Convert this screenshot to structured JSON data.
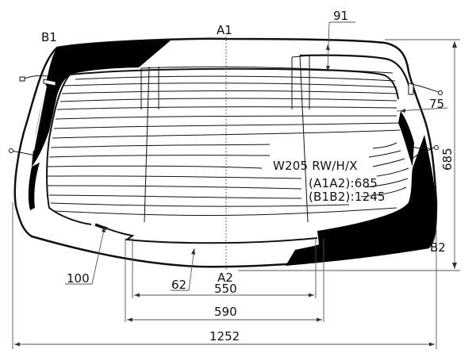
{
  "diagram": {
    "type": "rear windshield technical drawing",
    "points": {
      "a1": "A1",
      "a2": "A2",
      "b1": "B1",
      "b2": "B2"
    },
    "spec": {
      "model": "W205 RW/H/X",
      "a1a2": "(A1A2):685",
      "b1b2": "(B1B2):1245"
    },
    "dimensions": {
      "top_offset": "91",
      "side_offset": "75",
      "height": "685",
      "bottom_left_offset": "100",
      "bottom_center_offset": "62",
      "inner_width": "550",
      "mid_width": "590",
      "overall_width": "1252"
    },
    "colors": {
      "line": "#111111",
      "fill": "#000000",
      "background": "#ffffff",
      "dim_line": "#555555"
    }
  }
}
